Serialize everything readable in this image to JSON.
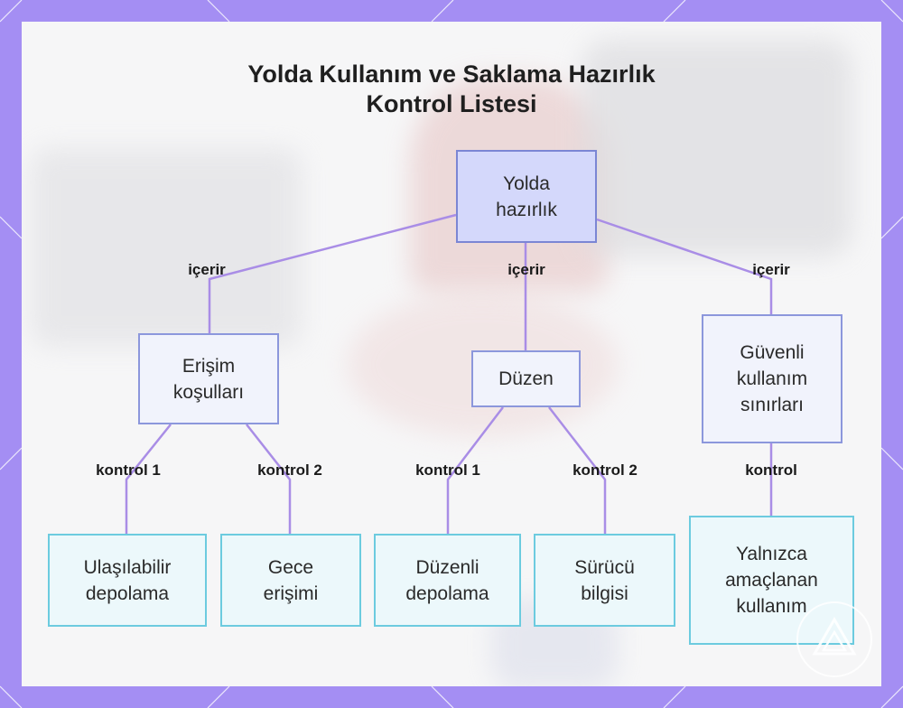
{
  "title_lines": [
    "Yolda Kullanım ve Saklama Hazırlık",
    "Kontrol Listesi"
  ],
  "nodes": {
    "root": {
      "lines": [
        "Yolda",
        "hazırlık"
      ]
    },
    "access": {
      "lines": [
        "Erişim",
        "koşulları"
      ]
    },
    "order": {
      "lines": [
        "Düzen"
      ]
    },
    "safe_use": {
      "lines": [
        "Güvenli",
        "kullanım",
        "sınırları"
      ]
    },
    "accessible_storage": {
      "lines": [
        "Ulaşılabilir",
        "depolama"
      ]
    },
    "night_access": {
      "lines": [
        "Gece",
        "erişimi"
      ]
    },
    "tidy_storage": {
      "lines": [
        "Düzenli",
        "depolama"
      ]
    },
    "driver_info": {
      "lines": [
        "Sürücü",
        "bilgisi"
      ]
    },
    "intended_use": {
      "lines": [
        "Yalnızca",
        "amaçlanan",
        "kullanım"
      ]
    }
  },
  "edges": [
    {
      "from": "root",
      "to": "access",
      "label": "içerir"
    },
    {
      "from": "root",
      "to": "order",
      "label": "içerir"
    },
    {
      "from": "root",
      "to": "safe_use",
      "label": "içerir"
    },
    {
      "from": "access",
      "to": "accessible_storage",
      "label": "kontrol 1"
    },
    {
      "from": "access",
      "to": "night_access",
      "label": "kontrol 2"
    },
    {
      "from": "order",
      "to": "tidy_storage",
      "label": "kontrol 1"
    },
    {
      "from": "order",
      "to": "driver_info",
      "label": "kontrol 2"
    },
    {
      "from": "safe_use",
      "to": "intended_use",
      "label": "kontrol"
    }
  ],
  "colors": {
    "edge": "#a98de6",
    "frame": "#a48ef3",
    "root_fill": "#d4d8fb",
    "mid_fill": "#f1f3fc",
    "leaf_fill": "#ecf8fb"
  }
}
